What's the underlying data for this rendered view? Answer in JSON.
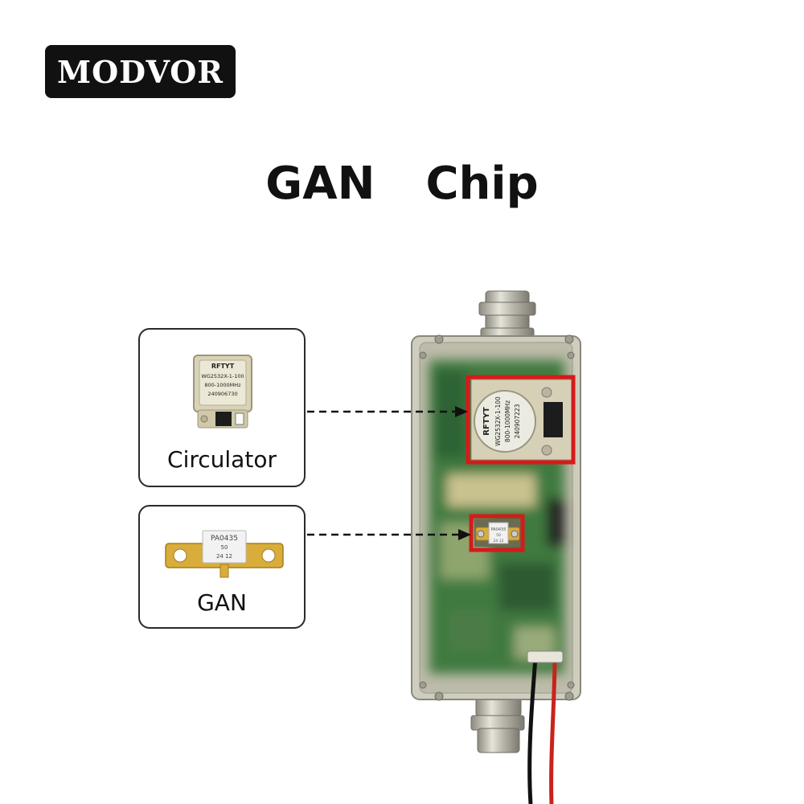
{
  "brand": {
    "logo_text": "MODVOR",
    "logo_bg": "#111111"
  },
  "heading": {
    "title": "GAN  Chip"
  },
  "callouts": [
    {
      "label": "Circulator",
      "chip_brand": "RFTYT",
      "chip_model": "WG2532X-1-100",
      "chip_freq": "800-1000MHz",
      "chip_serial": "240906730"
    },
    {
      "label": "GAN",
      "chip_model": "PA0435",
      "chip_line2": "50",
      "chip_line3": "24 12"
    }
  ],
  "device": {
    "circulator_brand": "RFTYT",
    "circulator_model": "WG2532X-1-100",
    "circulator_freq": "800-1000MHz",
    "circulator_serial": "240907223",
    "gan_model": "PA0435",
    "gan_line2": "50",
    "gan_line3": "24 12"
  },
  "colors": {
    "highlight": "#d61a1a",
    "pcb_green": "#3f7a3f",
    "gold": "#d9ad3c",
    "housing": "#c9c7b8"
  }
}
